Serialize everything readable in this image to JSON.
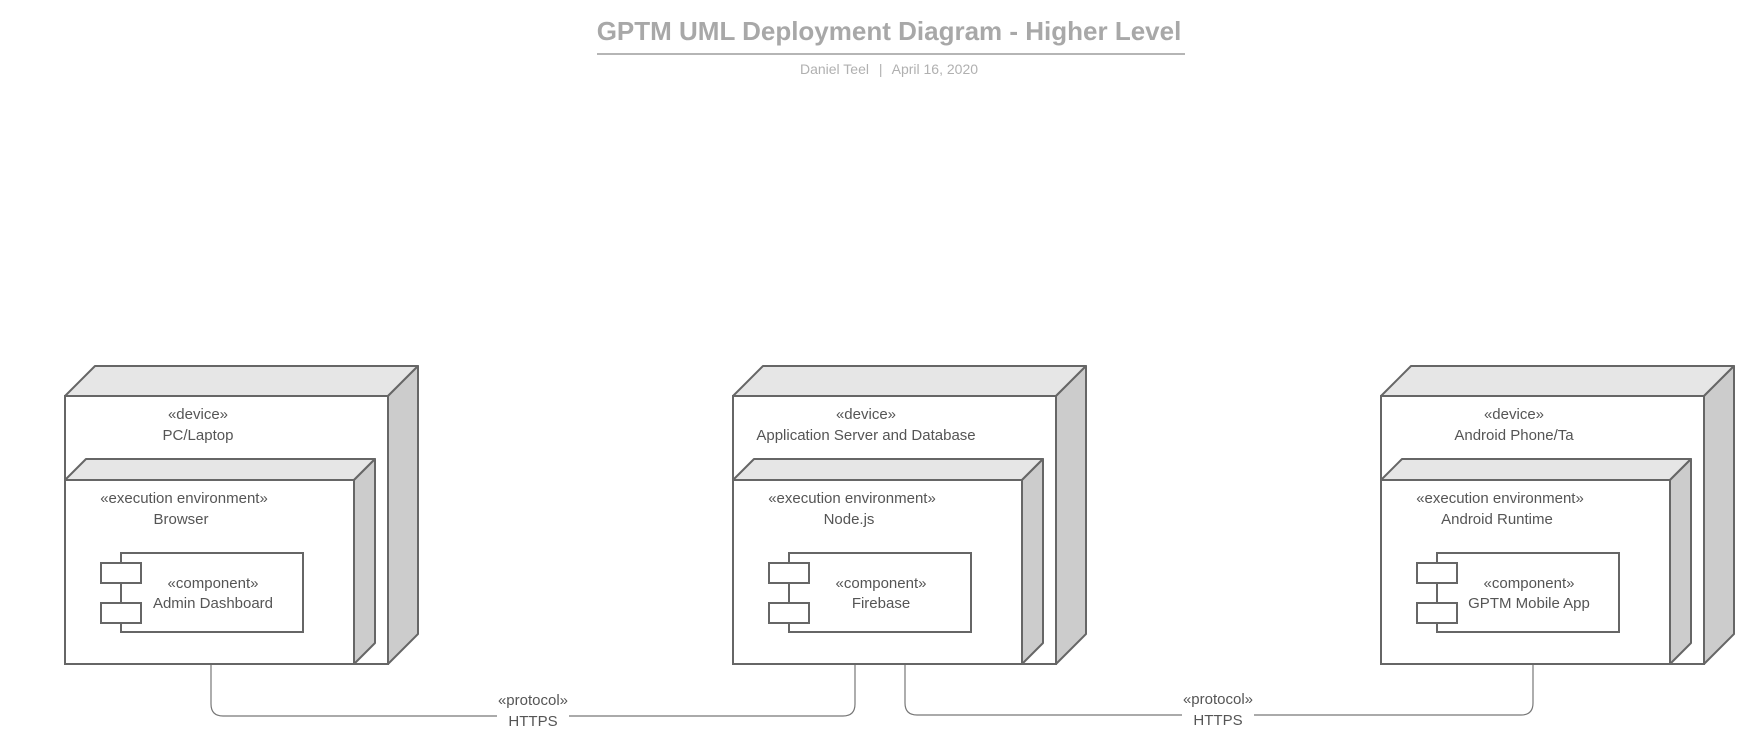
{
  "header": {
    "title": "GPTM UML Deployment Diagram - Higher Level",
    "author": "Daniel Teel",
    "separator": "|",
    "date": "April 16, 2020"
  },
  "nodes": [
    {
      "device_stereotype": "«device»",
      "device_name": "PC/Laptop",
      "env_stereotype": "«execution environment»",
      "env_name": "Browser",
      "component_stereotype": "«component»",
      "component_name": "Admin Dashboard"
    },
    {
      "device_stereotype": "«device»",
      "device_name": "Application Server and Database",
      "env_stereotype": "«execution environment»",
      "env_name": "Node.js",
      "component_stereotype": "«component»",
      "component_name": "Firebase"
    },
    {
      "device_stereotype": "«device»",
      "device_name": "Android Phone/Ta",
      "env_stereotype": "«execution environment»",
      "env_name": "Android Runtime",
      "component_stereotype": "«component»",
      "component_name": "GPTM Mobile App"
    }
  ],
  "connections": [
    {
      "stereotype": "«protocol»",
      "label": "HTTPS"
    },
    {
      "stereotype": "«protocol»",
      "label": "HTTPS"
    }
  ],
  "colors": {
    "stroke": "#666666",
    "top_face": "#e6e6e6",
    "side_face": "#cccccc",
    "text": "#555555",
    "title": "#a8a8a8"
  }
}
